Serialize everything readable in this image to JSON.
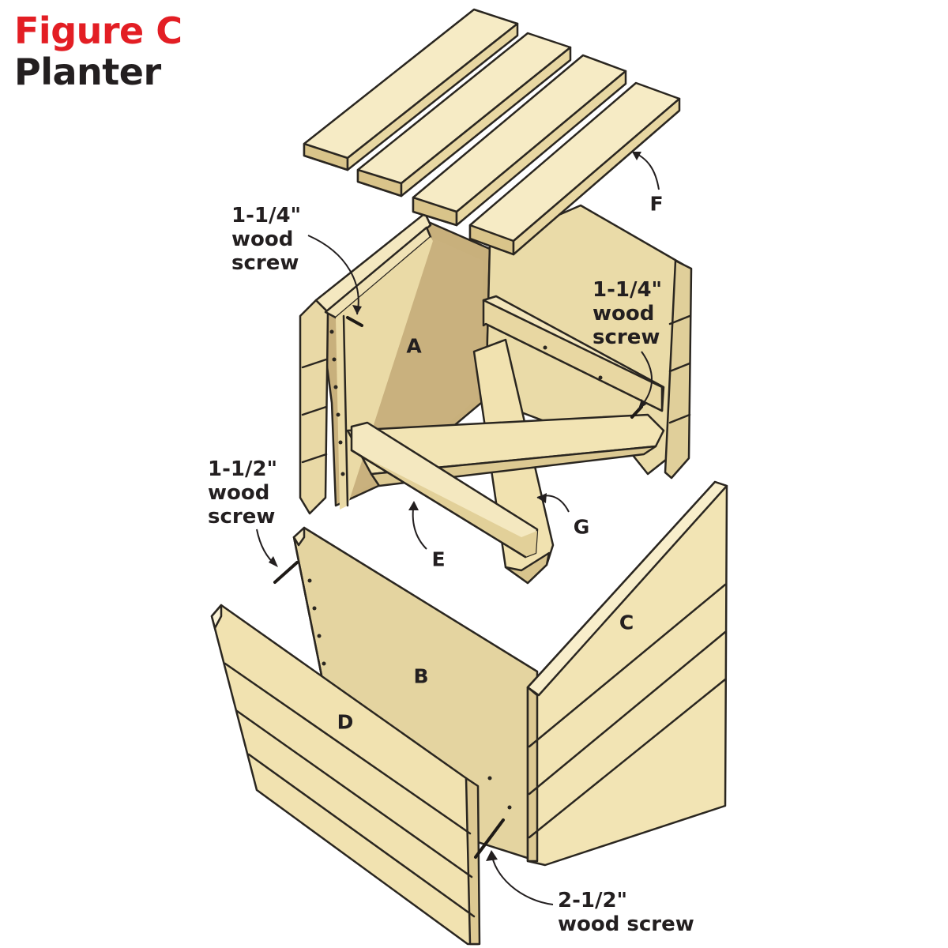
{
  "title": {
    "line1": "Figure C",
    "line2": "Planter"
  },
  "colors": {
    "title_accent": "#e31e24",
    "text": "#231f20",
    "wood_face": "#f2e3b4",
    "wood_top": "#f8eecb",
    "wood_side": "#dccb94",
    "wood_dark": "#b8a372",
    "outline": "#2a2620"
  },
  "parts": {
    "a": "A",
    "b": "B",
    "c": "C",
    "d": "D",
    "e": "E",
    "f": "F",
    "g": "G"
  },
  "callouts": {
    "screw_top_left": "1-1/4\"\nwood\nscrew",
    "screw_top_right": "1-1/4\"\nwood\nscrew",
    "screw_mid_left": "1-1/2\"\nwood\nscrew",
    "screw_bottom": "2-1/2\"\nwood screw"
  }
}
